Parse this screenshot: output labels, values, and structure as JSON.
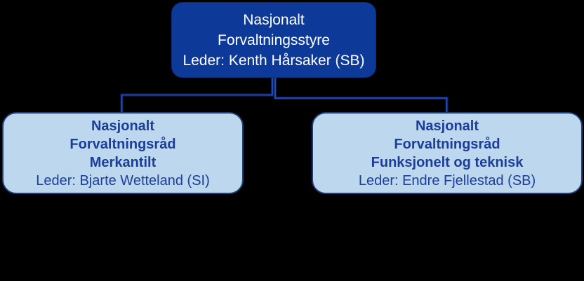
{
  "org_chart": {
    "root": {
      "lines": [
        "Nasjonalt",
        "Forvaltningsstyre",
        "Leder: Kenth Hårsaker (SB)"
      ]
    },
    "children": [
      {
        "bold_lines": [
          "Nasjonalt",
          "Forvaltningsråd",
          "Merkantilt"
        ],
        "leader": "Leder: Bjarte Wetteland (SI)"
      },
      {
        "bold_lines": [
          "Nasjonalt",
          "Forvaltningsråd",
          "Funksjonelt og teknisk"
        ],
        "leader": "Leder: Endre Fjellestad (SB)"
      }
    ],
    "colors": {
      "background": "#000000",
      "root_fill": "#0D3A98",
      "root_text": "#FFFFFF",
      "child_fill": "#BCD7EE",
      "child_border": "#1F3E78",
      "child_text": "#1C3E99",
      "connector_outer": "#081F5C",
      "connector_inner": "#2B55C4"
    }
  }
}
